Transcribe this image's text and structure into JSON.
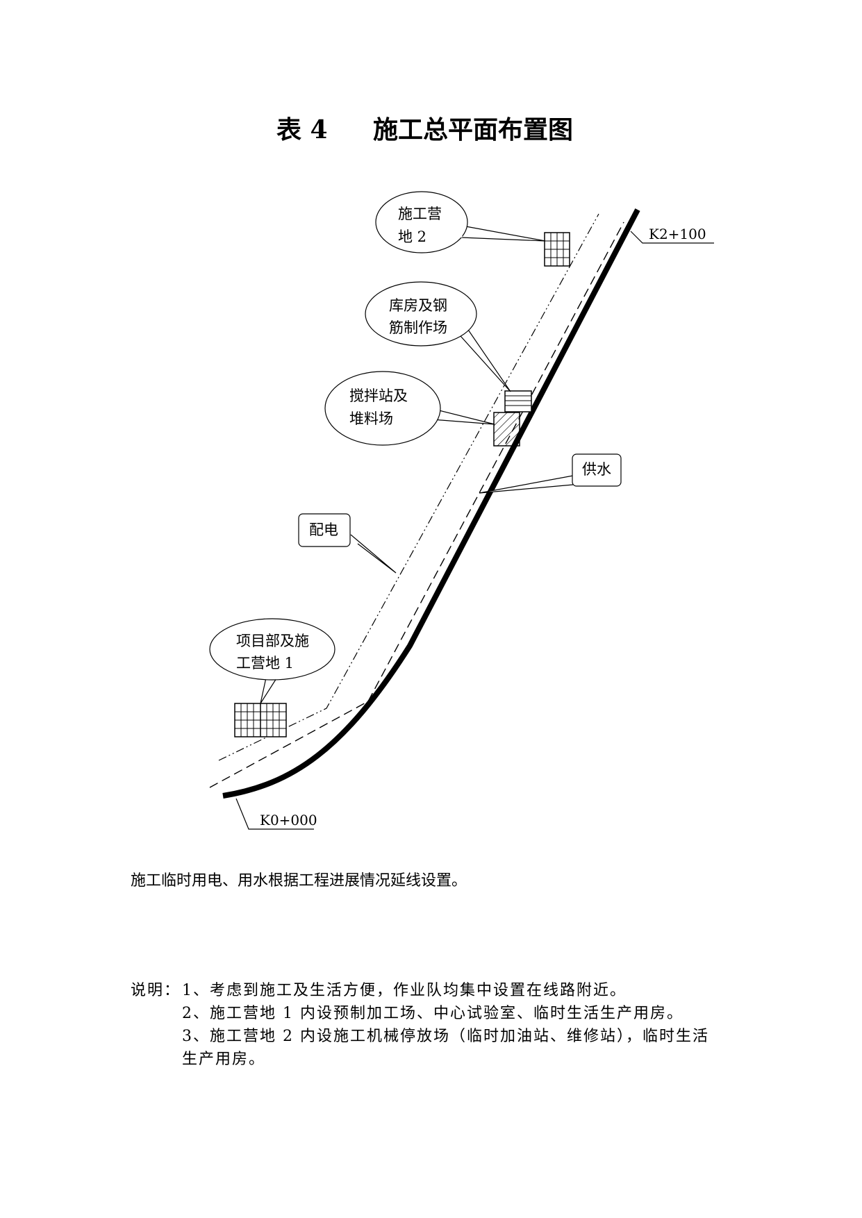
{
  "title": {
    "number": "表 4",
    "name": "施工总平面布置图"
  },
  "diagram": {
    "bubbles": {
      "camp2": [
        "施工营",
        "地 2"
      ],
      "warehouse": [
        "库房及钢",
        "筋制作场"
      ],
      "mixing": [
        "搅拌站及",
        "堆料场"
      ],
      "hq": [
        "项目部及施",
        "工营地 1"
      ]
    },
    "labels": {
      "water": "供水",
      "power": "配电"
    },
    "stations": {
      "start": "K0+000",
      "end": "K2+100"
    }
  },
  "note": "施工临时用电、用水根据工程进展情况延线设置。",
  "remarks": {
    "lead": "说明：",
    "items": [
      "1、考虑到施工及生活方便，作业队均集中设置在线路附近。",
      "2、施工营地 1 内设预制加工场、中心试验室、临时生活生产用房。",
      "3、施工营地 2 内设施工机械停放场（临时加油站、维修站），临时生活",
      "生产用房。"
    ]
  }
}
